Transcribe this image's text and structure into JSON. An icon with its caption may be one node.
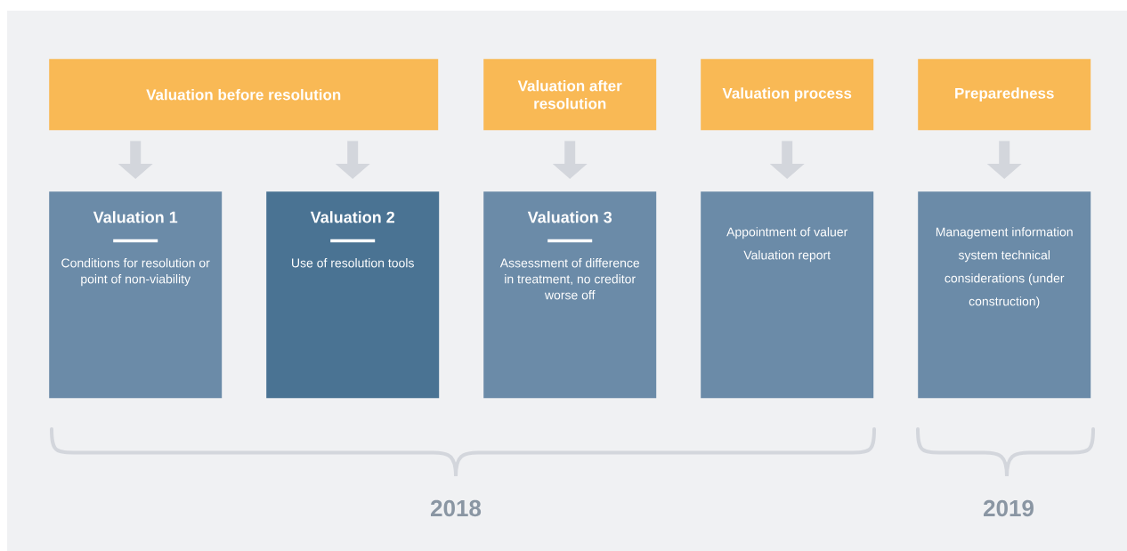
{
  "diagram": {
    "nodes": [
      {
        "text": [
          "Valuation before resolution"
        ]
      },
      {
        "text": [
          "Valuation after resolution"
        ]
      },
      {
        "text": [
          "Valuation process"
        ]
      },
      {
        "text": [
          "Preparedness"
        ]
      },
      {
        "text": [
          "Valuation 1",
          "Conditions for resolution or point of non-viability"
        ]
      },
      {
        "text": [
          "Valuation 2",
          "Use of resolution tools"
        ]
      },
      {
        "text": [
          "Valuation 3",
          "Assessment of difference in treatment, no creditor worse off"
        ]
      },
      {
        "text": [
          "Appointment of valuer",
          "Valuation report"
        ]
      },
      {
        "text": [
          "Management information system technical considerations (under construction)"
        ]
      }
    ],
    "edges": [
      {
        "from": 0,
        "to": 4,
        "arrow": "to"
      },
      {
        "from": 0,
        "to": 5,
        "arrow": "to"
      },
      {
        "from": 1,
        "to": 6,
        "arrow": "to"
      },
      {
        "from": 2,
        "to": 7,
        "arrow": "to"
      },
      {
        "from": 3,
        "to": 8,
        "arrow": "to"
      }
    ],
    "labels": [
      "2018",
      "2019"
    ]
  }
}
